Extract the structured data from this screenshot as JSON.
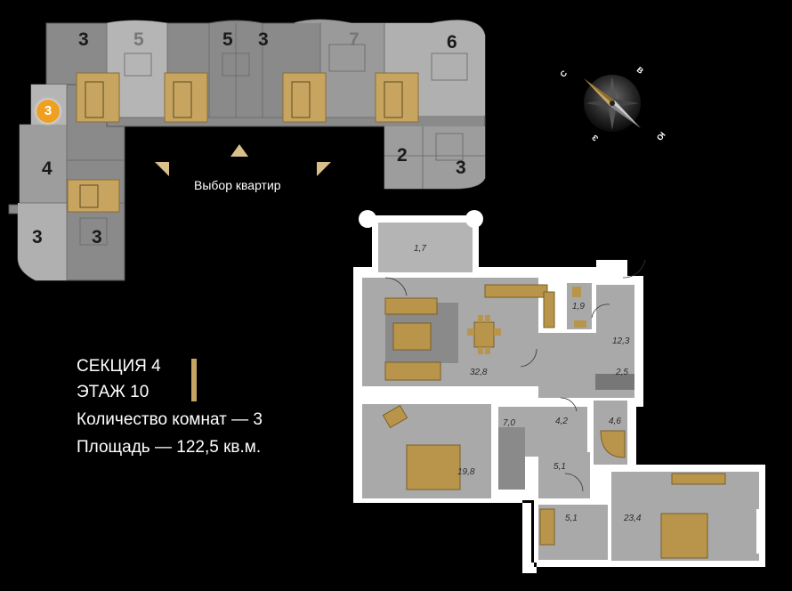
{
  "building": {
    "selected_section": "3",
    "apartments": [
      {
        "id": "a1",
        "rooms": "3"
      },
      {
        "id": "a2",
        "rooms": "5"
      },
      {
        "id": "a3",
        "rooms": "5"
      },
      {
        "id": "a4",
        "rooms": "3"
      },
      {
        "id": "a5",
        "rooms": "7"
      },
      {
        "id": "a6",
        "rooms": "6"
      },
      {
        "id": "a7",
        "rooms": "2"
      },
      {
        "id": "a8",
        "rooms": "3"
      },
      {
        "id": "a9",
        "rooms": "4"
      },
      {
        "id": "a10",
        "rooms": "3"
      },
      {
        "id": "a11",
        "rooms": "3"
      }
    ],
    "select_label": "Выбор квартир"
  },
  "compass": {
    "n": "С",
    "e": "В",
    "s": "Ю",
    "w": "З"
  },
  "info": {
    "section": "СЕКЦИЯ 4",
    "floor": "ЭТАЖ 10",
    "rooms": "Количество комнат — 3",
    "area": "Площадь — 122,5 кв.м."
  },
  "plan": {
    "areas": {
      "balcony": "1,7",
      "living": "32,8",
      "wc": "1,9",
      "hall": "12,3",
      "closet1": "2,5",
      "corridor": "7,0",
      "storage": "4,2",
      "bath1": "4,6",
      "bedroom": "19,8",
      "hall2": "5,1",
      "bath2": "5,1",
      "master": "23,4"
    }
  },
  "colors": {
    "gold": "#b8954a",
    "floor": "#a9a9a9",
    "wall": "#ffffff",
    "building": "#8c8c8c"
  }
}
